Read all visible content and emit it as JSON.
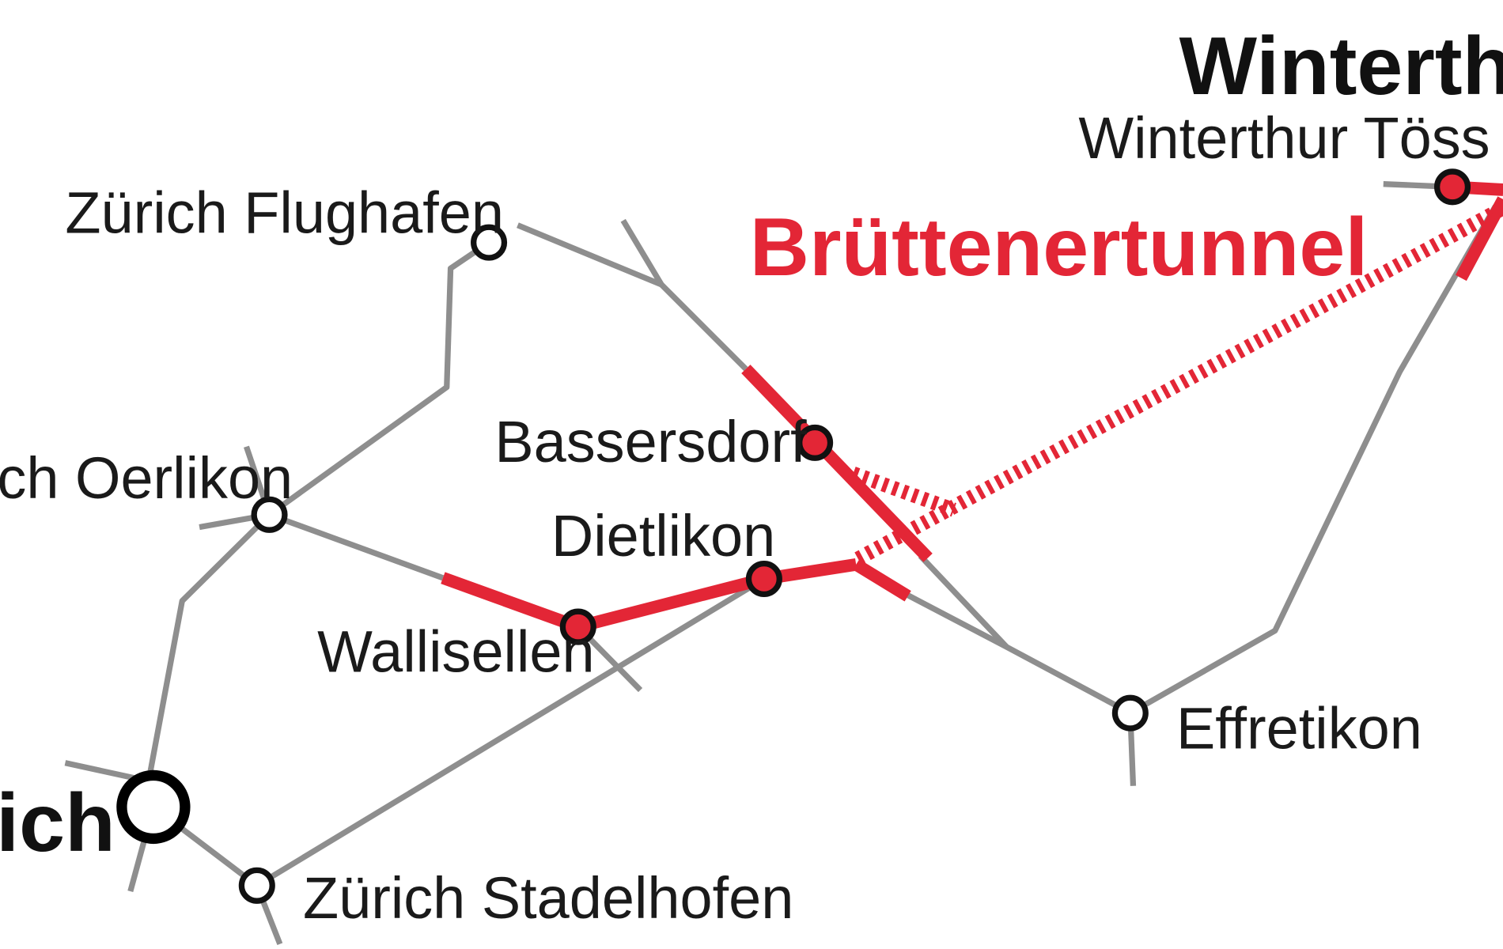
{
  "colors": {
    "track": "#8e8e8e",
    "project": "#e32636",
    "station_outline": "#111111",
    "background": "#ffffff"
  },
  "tunnel": {
    "label": "Brüttenertunnel"
  },
  "stations": {
    "winterthur": "Winterthu",
    "winterthur_toess": "Winterthur Töss",
    "flughafen": "Zürich Flughafen",
    "bassersdorf": "Bassersdorf",
    "oerlikon": "ch Oerlikon",
    "dietlikon": "Dietlikon",
    "wallisellen": "Wallisellen",
    "effretikon": "Effretikon",
    "zuerich_hb": "ich",
    "stadelhofen": "Zürich Stadelhofen"
  }
}
